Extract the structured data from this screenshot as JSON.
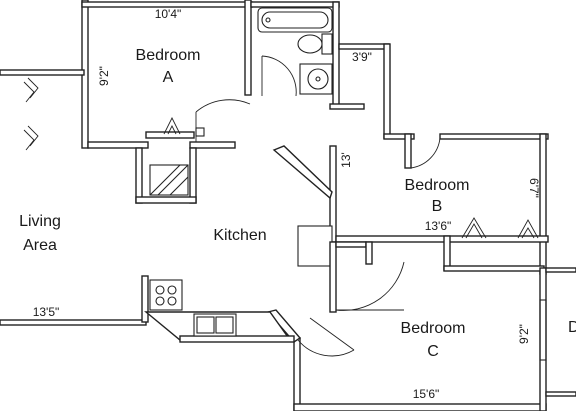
{
  "rooms": {
    "bedroom_a": {
      "line1": "Bedroom",
      "line2": "A"
    },
    "bedroom_b": {
      "line1": "Bedroom",
      "line2": "B"
    },
    "bedroom_c": {
      "line1": "Bedroom",
      "line2": "C"
    },
    "living": {
      "line1": "Living",
      "line2": "Area"
    },
    "kitchen": {
      "label": "Kitchen"
    }
  },
  "dimensions": {
    "bedroom_a_width": "10'4\"",
    "bedroom_a_depth": "9'2\"",
    "bath_width": "3'9\"",
    "hall_length": "13'",
    "bedroom_b_depth": "6'7\"",
    "bedroom_b_width": "13'6\"",
    "living_width": "13'5\"",
    "bedroom_c_depth": "9'2\"",
    "bedroom_c_width": "15'6\""
  },
  "edge_text": "D"
}
